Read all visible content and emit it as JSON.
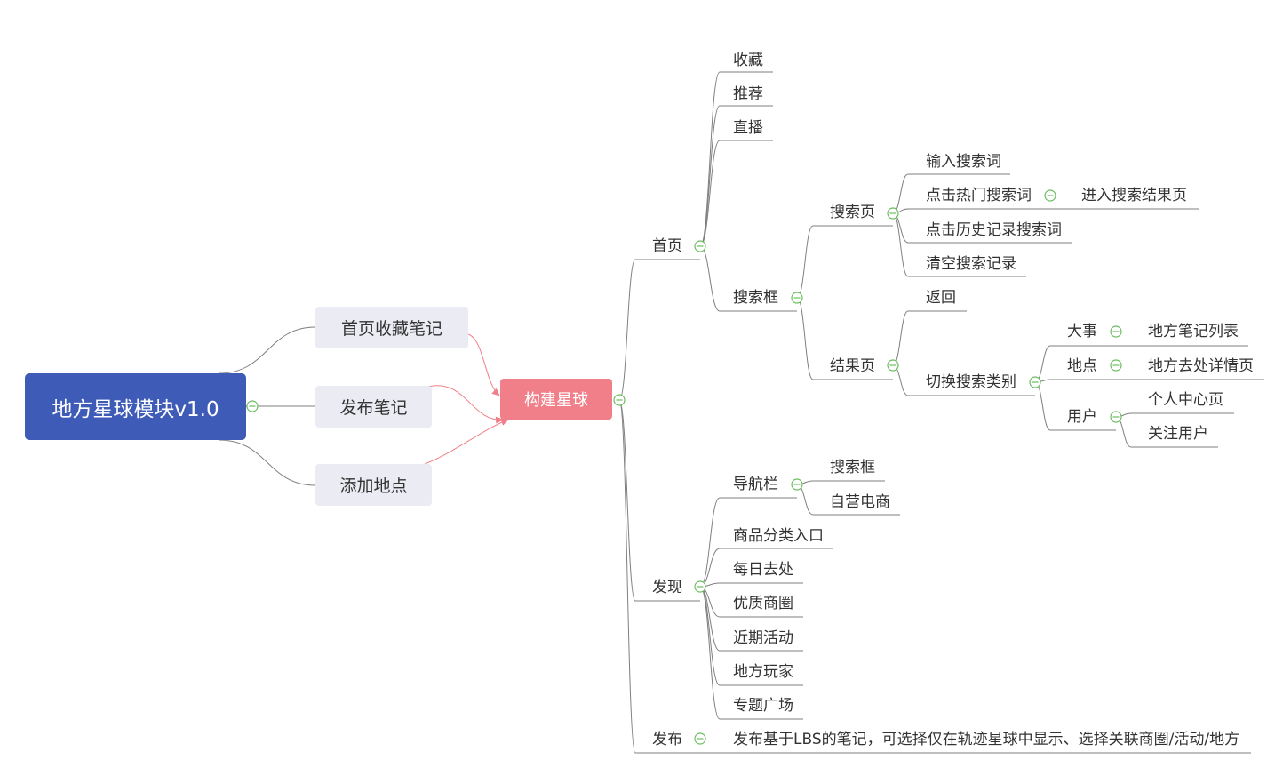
{
  "colors": {
    "root": "#3f5bb8",
    "note_bg": "#ebebf3",
    "hub": "#f07f89",
    "line": "#7f7f7f",
    "arrow": "#f07f89",
    "toggle": "#6bbd5f"
  },
  "root": {
    "label": "地方星球模块v1.0"
  },
  "notes": [
    "首页收藏笔记",
    "发布笔记",
    "添加地点"
  ],
  "hub": {
    "label": "构建星球"
  },
  "branches": {
    "home": {
      "label": "首页",
      "items": [
        "收藏",
        "推荐",
        "直播"
      ],
      "search_box": {
        "label": "搜索框",
        "search_page": {
          "label": "搜索页",
          "items": [
            "输入搜索词",
            "点击热门搜索词",
            "点击历史记录搜索词",
            "清空搜索记录"
          ],
          "hot_result": "进入搜索结果页"
        },
        "back": "返回",
        "result_page": {
          "label": "结果页",
          "switch": {
            "label": "切换搜索类别",
            "big_event": {
              "label": "大事",
              "child": "地方笔记列表"
            },
            "place": {
              "label": "地点",
              "child": "地方去处详情页"
            },
            "user": {
              "label": "用户",
              "children": [
                "个人中心页",
                "关注用户"
              ]
            }
          }
        }
      }
    },
    "discover": {
      "label": "发现",
      "nav": {
        "label": "导航栏",
        "children": [
          "搜索框",
          "自营电商"
        ]
      },
      "items": [
        "商品分类入口",
        "每日去处",
        "优质商圈",
        "近期活动",
        "地方玩家",
        "专题广场"
      ]
    },
    "publish": {
      "label": "发布",
      "desc": "发布基于LBS的笔记，可选择仅在轨迹星球中显示、选择关联商圈/活动/地方"
    }
  }
}
